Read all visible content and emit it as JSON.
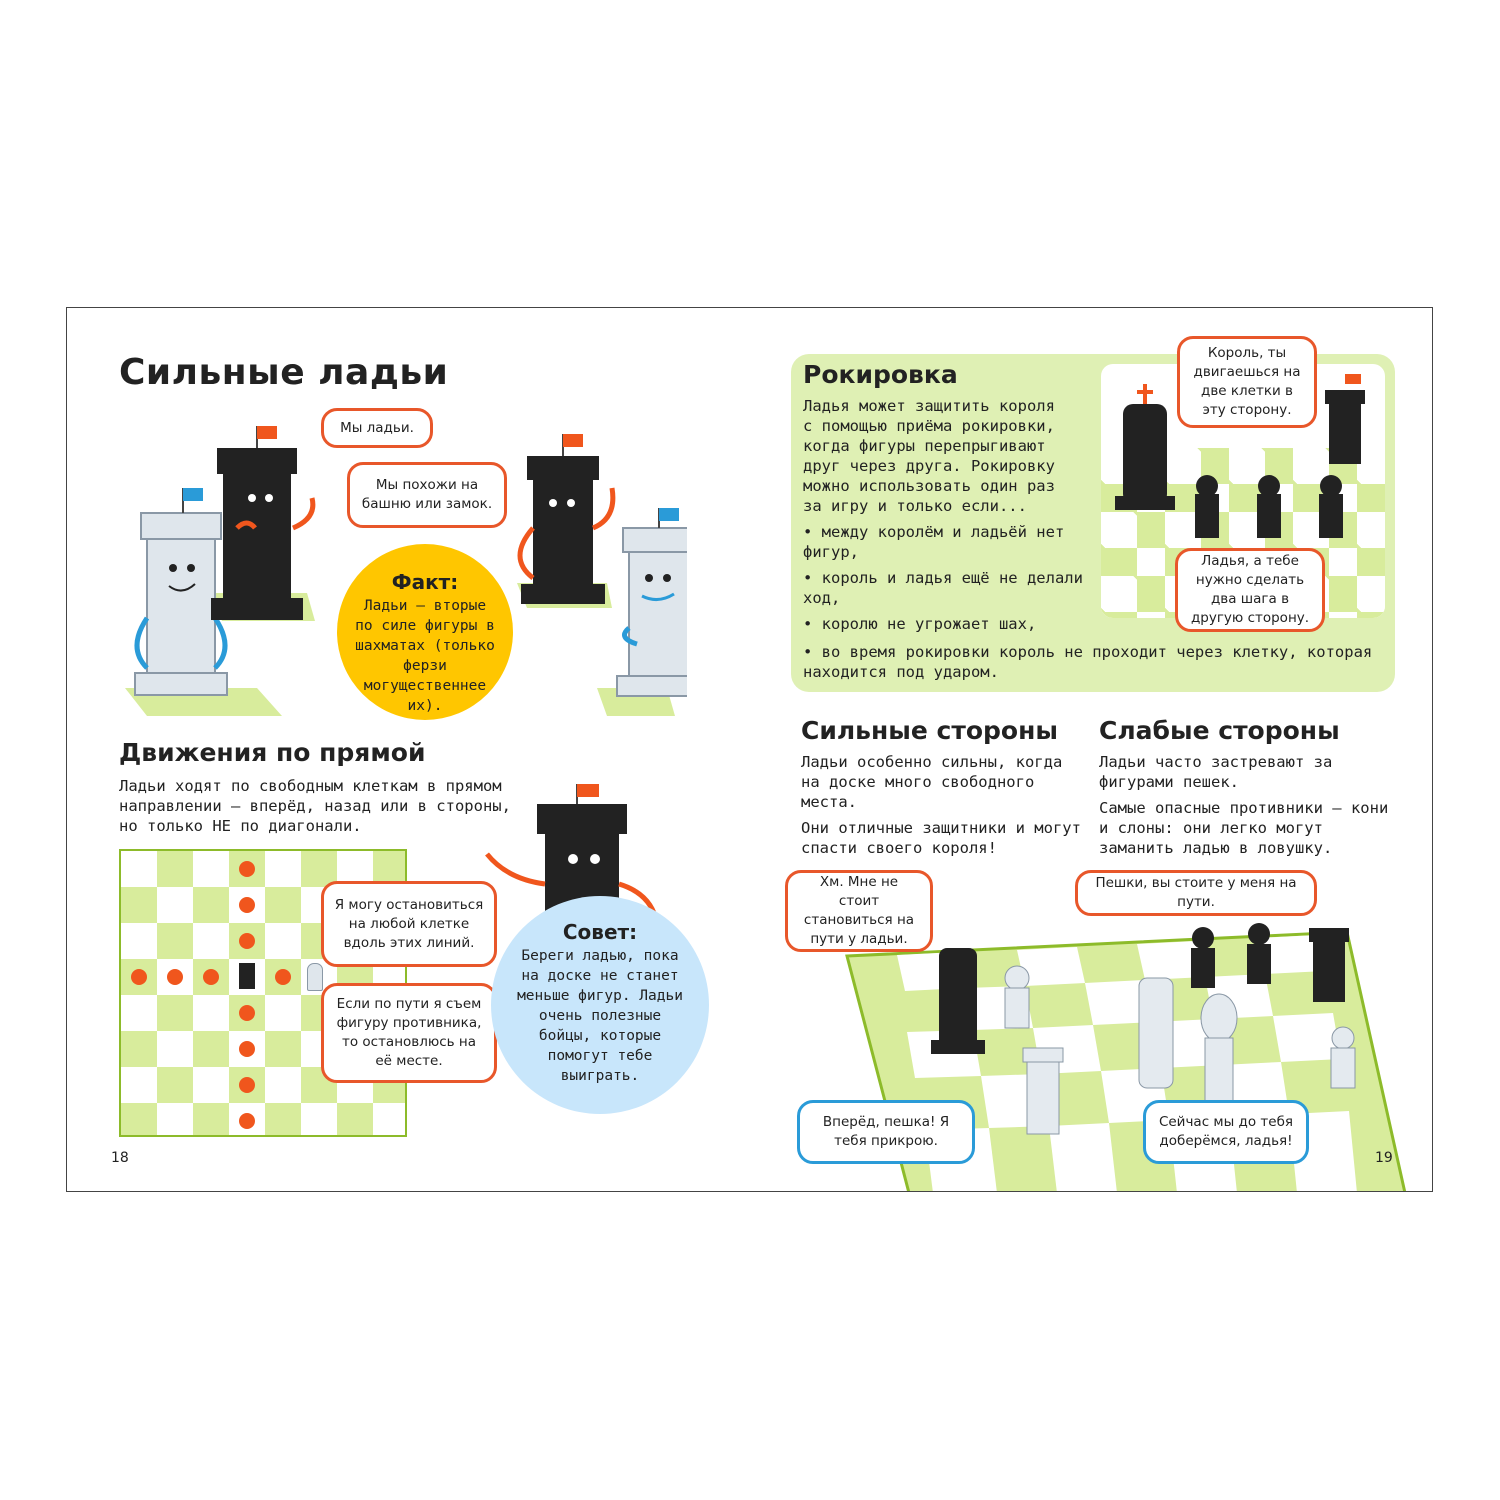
{
  "left": {
    "title": "Сильные ладьи",
    "bubble_1": "Мы ладьи.",
    "bubble_2": "Мы похожи на башню или замок.",
    "fact": {
      "title": "Факт:",
      "text": "Ладьи — вторые по силе фигуры в шахматах (только ферзи могущественнее их)."
    },
    "movement": {
      "title": "Движения по прямой",
      "text": "Ладьи ходят по свободным клеткам в прямом направлении — вперёд, назад или в стороны, но только НЕ по диагонали."
    },
    "bubble_3": "Я могу остановиться на любой клетке вдоль этих линий.",
    "bubble_4": "Если по пути я съем фигуру противника, то остановлюсь на её месте.",
    "tip": {
      "title": "Совет:",
      "text": "Береги ладью, пока на доске не станет меньше фигур. Ладьи очень полезные бойцы, которые помогут тебе выиграть."
    },
    "page_number": "18"
  },
  "right": {
    "castling": {
      "title": "Рокировка",
      "text": "Ладья может защитить короля с помощью приёма рокировки, когда фигуры перепрыгивают друг через друга. Рокировку можно использовать один раз за игру и только если...",
      "bullets": [
        "• между королём и ладьёй нет фигур,",
        "• король и ладья ещё не делали ход,",
        "• королю не угрожает шах,",
        "• во время рокировки король не проходит через клетку, которая находится под ударом."
      ],
      "bubble_king": "Король, ты двигаешься на две клетки в эту сторону.",
      "bubble_rook": "Ладья, а тебе нужно сделать два шага в другую сторону."
    },
    "strengths": {
      "title": "Сильные стороны",
      "text_1": "Ладьи особенно сильны, когда на доске много свободного места.",
      "text_2": "Они отличные защитники и могут спасти своего короля!"
    },
    "weaknesses": {
      "title": "Слабые стороны",
      "text_1": "Ладьи часто застревают за фигурами пешек.",
      "text_2": "Самые опасные противники — кони и слоны: они легко могут заманить ладью в ловушку."
    },
    "bubble_hm": "Хм. Мне не стоит становиться на пути у ладьи.",
    "bubble_pawns": "Пешки, вы стоите у меня на пути.",
    "bubble_forward": "Вперёд, пешка! Я тебя прикрою.",
    "bubble_reach": "Сейчас мы до тебя доберёмся, ладья!",
    "page_number": "19"
  },
  "colors": {
    "accent_orange": "#e8572a",
    "accent_blue": "#2a9bd8",
    "fact_yellow": "#ffc600",
    "tip_blue": "#c8e6fb",
    "board_green": "#d8ec9c",
    "panel_green": "#dff0b4"
  }
}
